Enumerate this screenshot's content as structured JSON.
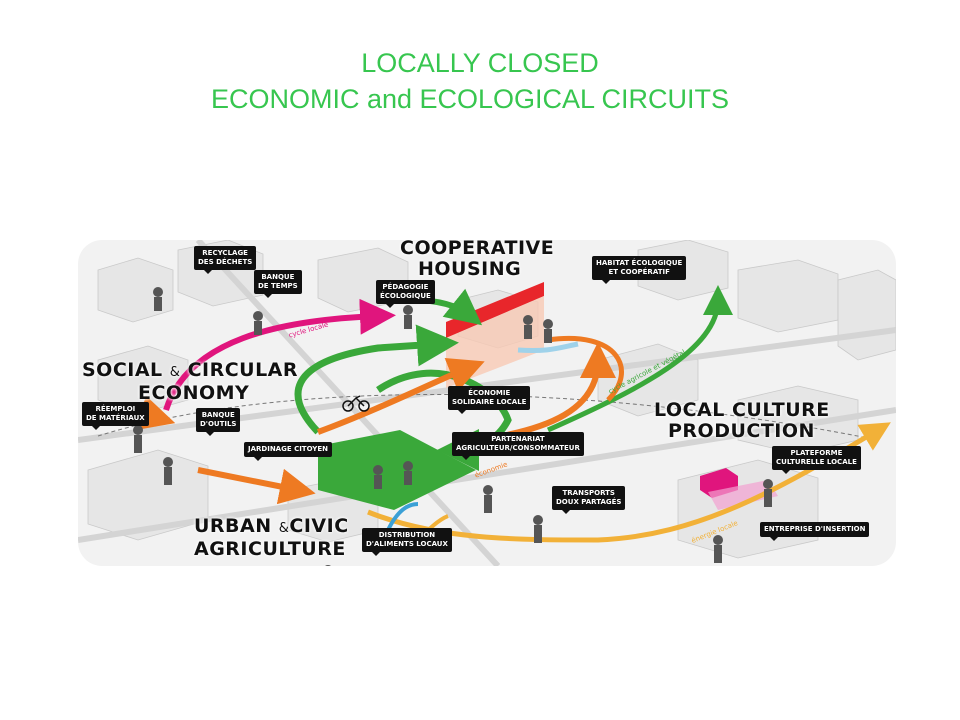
{
  "title": {
    "line1": "LOCALLY CLOSED",
    "line2": "ECONOMIC and ECOLOGICAL CIRCUITS"
  },
  "colors": {
    "title": "#37c64f",
    "green": "#3aa83a",
    "magenta": "#e0157d",
    "orange": "#ee7a22",
    "yellow": "#f2b138",
    "light_blue": "#9fd2ea",
    "red": "#e8262b",
    "pink": "#f2a0d0"
  },
  "diagram": {
    "main_labels": {
      "cooperative_housing": [
        "COOPERATIVE",
        "HOUSING"
      ],
      "social_circular": {
        "word1": "SOCIAL",
        "amp": "&",
        "word2": "CIRCULAR",
        "line2": "ECONOMY"
      },
      "local_culture": [
        "LOCAL CULTURE",
        "PRODUCTION"
      ],
      "urban_civic": {
        "word1": "URBAN",
        "amp": "&",
        "word2": "CIVIC",
        "line2": "AGRICULTURE"
      }
    },
    "tags": {
      "recyclage": "RECYCLAGE\nDES DÉCHETS",
      "banque_temps": "BANQUE\nDE TEMPS",
      "pedagogie": "PÉDAGOGIE\nÉCOLOGIQUE",
      "habitat": "HABITAT ÉCOLOGIQUE\nET COOPÉRATIF",
      "reemploi": "RÉEMPLOI\nDE MATÉRIAUX",
      "banque_outils": "BANQUE\nD'OUTILS",
      "economie": "ÉCONOMIE\nSOLIDAIRE LOCALE",
      "jardinage": "JARDINAGE CITOYEN",
      "partenariat": "PARTENARIAT\nAGRICULTEUR/CONSOMMATEUR",
      "plateforme": "PLATEFORME\nCULTURELLE LOCALE",
      "transports": "TRANSPORTS\nDOUX PARTAGÉS",
      "distribution": "DISTRIBUTION\nD'ALIMENTS LOCAUX",
      "entreprise": "ENTREPRISE D'INSERTION"
    },
    "flow_labels": {
      "cycle_locale": "cycle locale",
      "cycle_agricole": "cycle agricole et végétal",
      "economie": "économie",
      "energie": "énergie locale"
    }
  }
}
